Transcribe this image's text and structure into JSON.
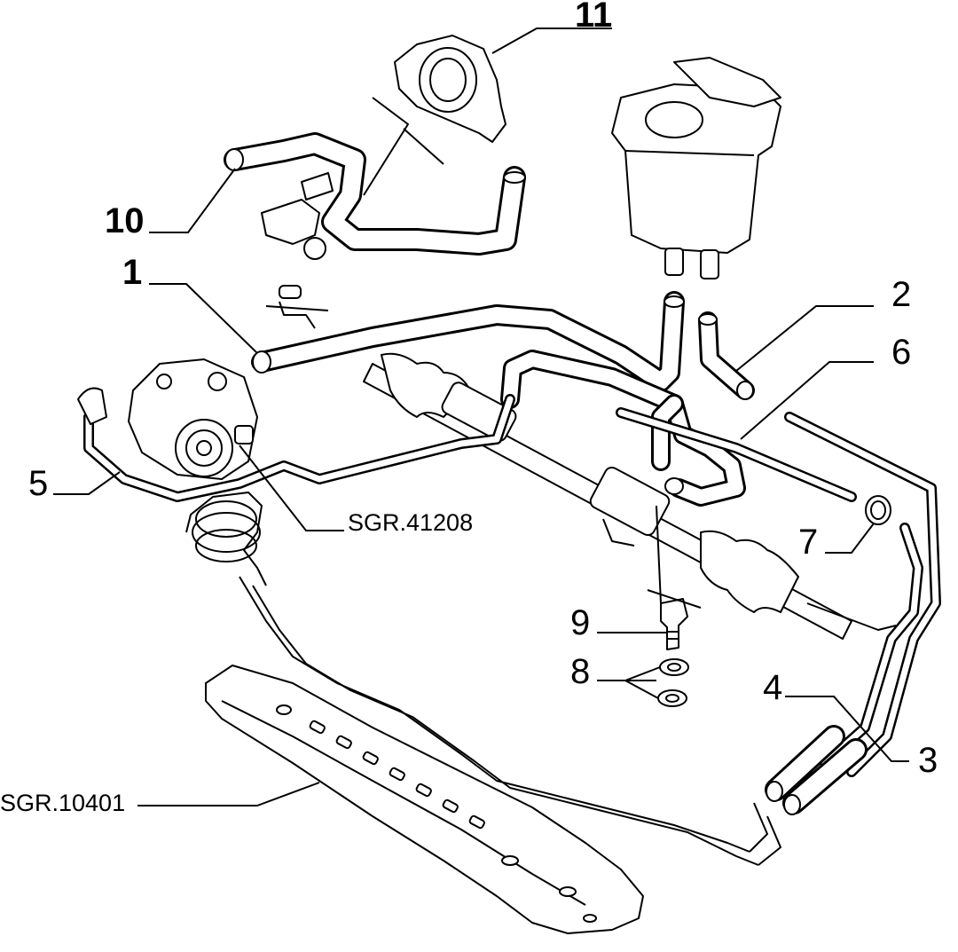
{
  "callouts": {
    "c1": "1",
    "c2": "2",
    "c3": "3",
    "c4": "4",
    "c5": "5",
    "c6": "6",
    "c7": "7",
    "c8": "8",
    "c9": "9",
    "c10": "10",
    "c11": "11",
    "ref_pump": "SGR.41208",
    "ref_crossmember": "SGR.10401"
  },
  "colors": {
    "ink": "#000000",
    "paper": "#ffffff"
  }
}
